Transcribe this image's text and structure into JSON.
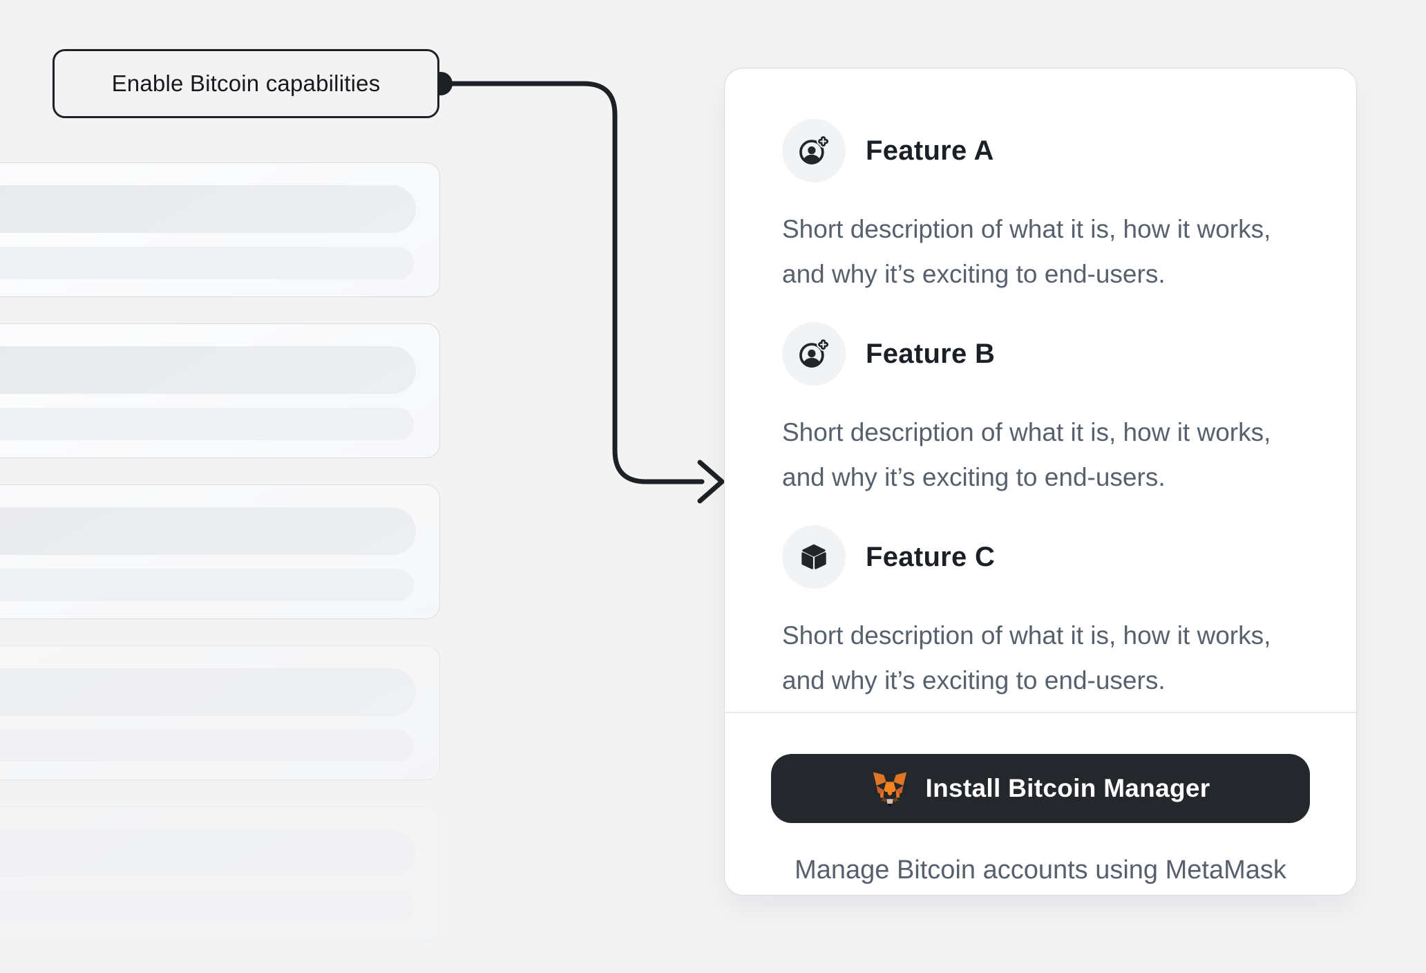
{
  "colors": {
    "ink": "#1d2126",
    "page_background": "#f3f3f4",
    "card_background": "#ffffff",
    "card_border": "#d7dade",
    "muted_text": "#57606d",
    "icon_circle_background": "#f2f3f5",
    "button_background": "#24272b",
    "button_text": "#ffffff",
    "metamask_orange": "#e27625"
  },
  "annotation": {
    "label": "Enable Bitcoin capabilities"
  },
  "skeleton": {
    "card_count": 5,
    "bars_per_card": 2
  },
  "features": [
    {
      "icon": "user-add-icon",
      "title": "Feature A",
      "description": "Short description of what it is, how it works, and why it’s exciting to end-users."
    },
    {
      "icon": "user-add-icon",
      "title": "Feature B",
      "description": "Short description of what it is, how it works, and why it’s exciting to end-users."
    },
    {
      "icon": "cube-icon",
      "title": "Feature C",
      "description": "Short description of what it is, how it works, and why it’s exciting to end-users."
    }
  ],
  "footer": {
    "button_icon": "metamask-fox-icon",
    "install_button_label": "Install Bitcoin Manager",
    "caption": "Manage Bitcoin accounts using MetaMask"
  }
}
